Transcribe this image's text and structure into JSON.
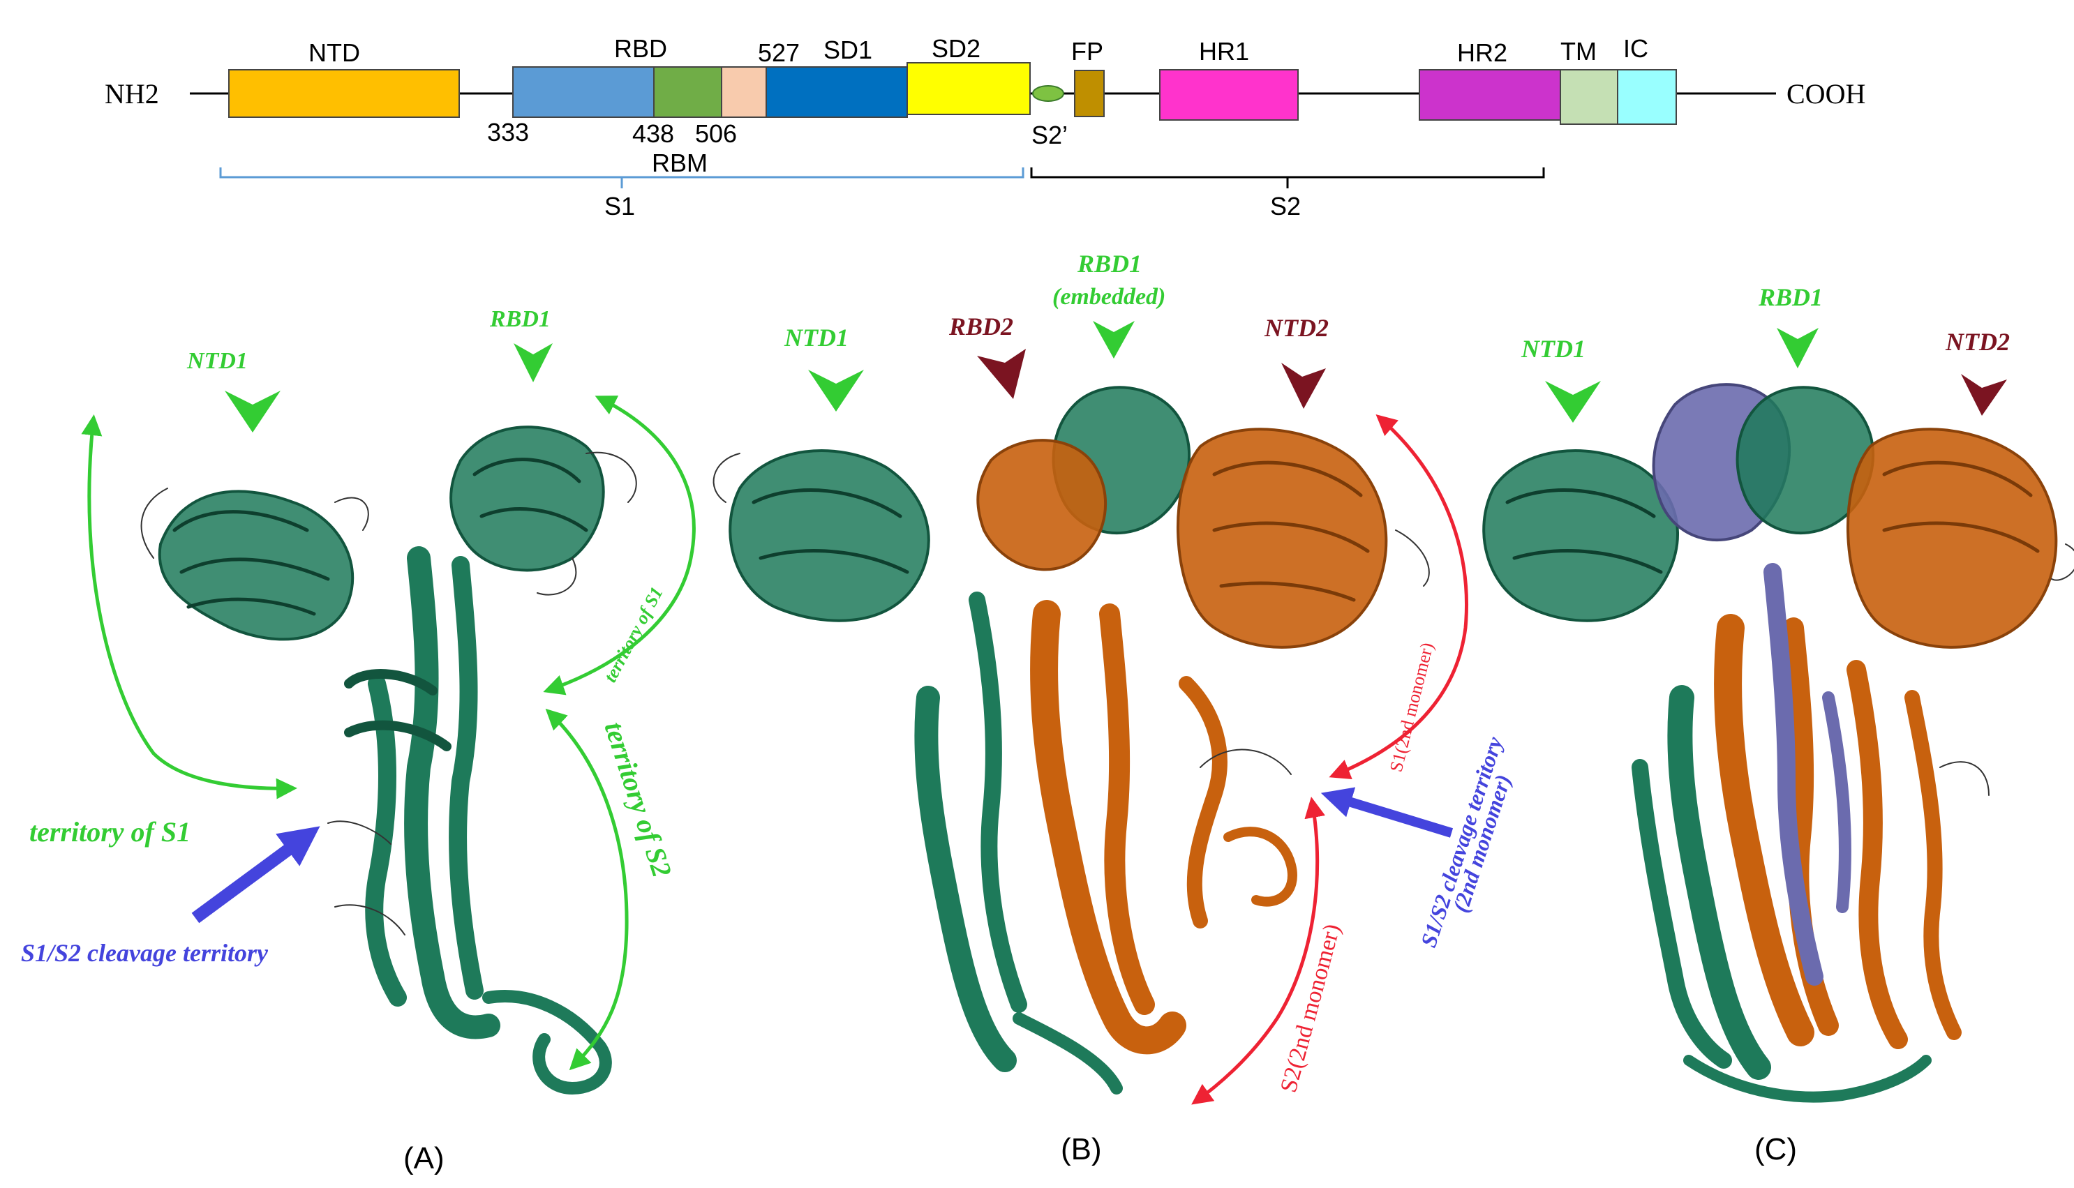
{
  "domain_map": {
    "left_terminal": "NH2",
    "right_terminal": "COOH",
    "domains": [
      {
        "label": "NTD",
        "color": "#FFBF00"
      },
      {
        "label": "RBD",
        "color": "#5B9BD5"
      },
      {
        "label": "",
        "color": "#70AD47"
      },
      {
        "label": "",
        "color": "#F8CBAD"
      },
      {
        "label": "SD1",
        "color": "#0070C0"
      },
      {
        "label": "SD2",
        "color": "#FFFF00"
      },
      {
        "label": "FP",
        "color": "#BF8F00"
      },
      {
        "label": "HR1",
        "color": "#FF33CC"
      },
      {
        "label": "HR2",
        "color": "#CC33CC"
      },
      {
        "label": "TM",
        "color": "#C5E0B4"
      },
      {
        "label": "IC",
        "color": "#99FFFF"
      }
    ],
    "positions": {
      "p333": "333",
      "p438": "438",
      "p506": "506",
      "p527": "527"
    },
    "cleavage_label": "S2’",
    "rbm_label": "RBM",
    "s1_label": "S1",
    "s2_label": "S2"
  },
  "panels": {
    "a": {
      "caption": "(A)",
      "ntd": "NTD1",
      "rbd": "RBD1",
      "territory_s1_left": "territory of S1",
      "territory_s1_right": "territory of S1",
      "territory_s2": "territory of S2",
      "cleavage": "S1/S2 cleavage territory"
    },
    "b": {
      "caption": "(B)",
      "ntd1": "NTD1",
      "rbd2": "RBD2",
      "rbd1": "RBD1",
      "rbd1_sub": "(embedded)",
      "ntd2": "NTD2",
      "s1_second": "S1(2nd monomer)",
      "s2_second": "S2(2nd monomer)",
      "cleavage_line1": "S1/S2 cleavage territory",
      "cleavage_line2": "(2nd monomer)"
    },
    "c": {
      "caption": "(C)",
      "ntd1": "NTD1",
      "rbd1": "RBD1",
      "ntd2": "NTD2"
    }
  },
  "colors": {
    "green_label": "#33CC33",
    "dark_red_label": "#7B1421",
    "red_arrow": "#EE2233",
    "blue_arrow": "#4444DD",
    "teal_protein": "#1E7A5A",
    "orange_protein": "#C8610E",
    "purple_protein": "#6B6BAE",
    "s1_bracket": "#5B9BD5",
    "s2_bracket": "#000000"
  }
}
